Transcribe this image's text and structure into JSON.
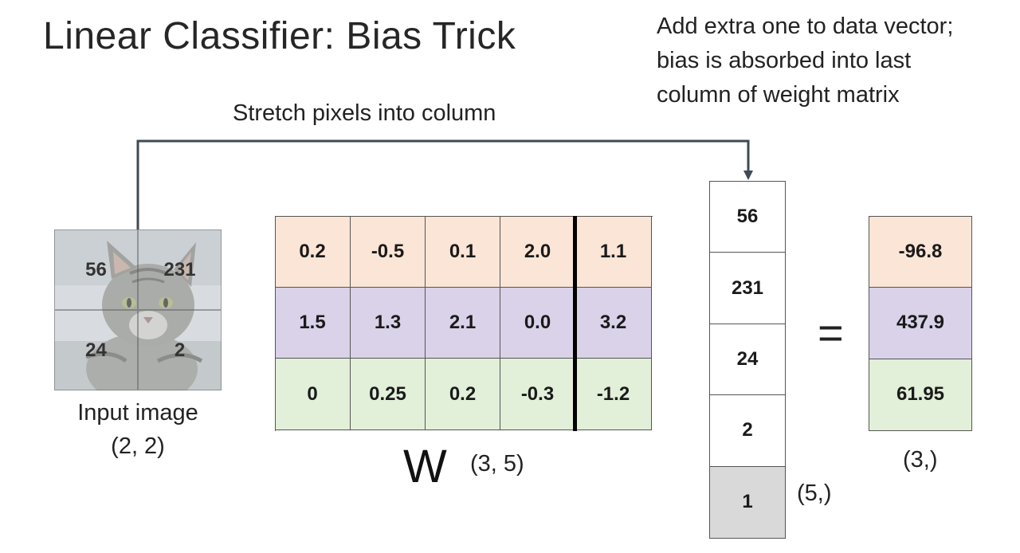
{
  "title": "Linear Classifier: Bias Trick",
  "note": [
    "Add extra one to data vector;",
    "bias is absorbed into last",
    "column of weight matrix"
  ],
  "stretch_label": "Stretch pixels into column",
  "input_image": {
    "pixels": [
      "56",
      "231",
      "24",
      "2"
    ],
    "caption": "Input image",
    "shape": "(2, 2)"
  },
  "weight_matrix": {
    "label": "W",
    "shape": "(3, 5)",
    "rows": [
      [
        "0.2",
        "-0.5",
        "0.1",
        "2.0",
        "1.1"
      ],
      [
        "1.5",
        "1.3",
        "2.1",
        "0.0",
        "3.2"
      ],
      [
        "0",
        "0.25",
        "0.2",
        "-0.3",
        "-1.2"
      ]
    ],
    "row_colors": [
      "#fbe5d6",
      "#d9d2e9",
      "#e2efd9"
    ]
  },
  "data_vector": {
    "values": [
      "56",
      "231",
      "24",
      "2",
      "1"
    ],
    "shape": "(5,)"
  },
  "equals": "=",
  "result": {
    "values": [
      "-96.8",
      "437.9",
      "61.95"
    ],
    "shape": "(3,)"
  }
}
